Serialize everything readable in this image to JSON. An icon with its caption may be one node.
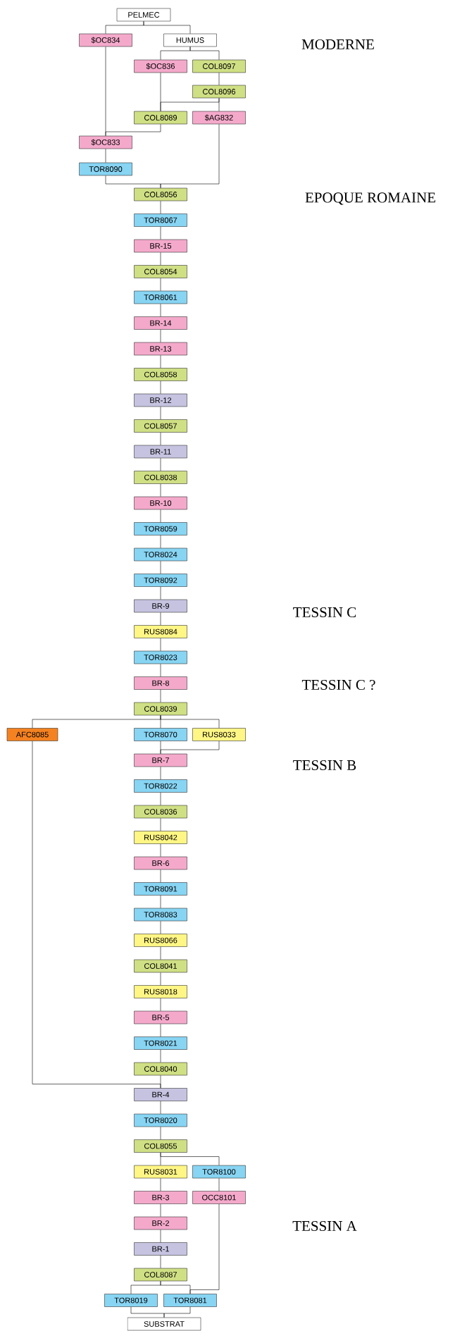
{
  "diagram": {
    "nodes": [
      {
        "text": [
          "PELMEC"
        ]
      },
      {
        "text": [
          "$OC834"
        ]
      },
      {
        "text": [
          "HUMUS"
        ]
      },
      {
        "text": [
          "$OC836"
        ]
      },
      {
        "text": [
          "COL8097"
        ]
      },
      {
        "text": [
          "COL8096"
        ]
      },
      {
        "text": [
          "COL8089"
        ]
      },
      {
        "text": [
          "$AG832"
        ]
      },
      {
        "text": [
          "$OC833"
        ]
      },
      {
        "text": [
          "TOR8090"
        ]
      },
      {
        "text": [
          "COL8056"
        ]
      },
      {
        "text": [
          "TOR8067"
        ]
      },
      {
        "text": [
          "BR-15"
        ]
      },
      {
        "text": [
          "COL8054"
        ]
      },
      {
        "text": [
          "TOR8061"
        ]
      },
      {
        "text": [
          "BR-14"
        ]
      },
      {
        "text": [
          "BR-13"
        ]
      },
      {
        "text": [
          "COL8058"
        ]
      },
      {
        "text": [
          "BR-12"
        ]
      },
      {
        "text": [
          "COL8057"
        ]
      },
      {
        "text": [
          "BR-11"
        ]
      },
      {
        "text": [
          "COL8038"
        ]
      },
      {
        "text": [
          "BR-10"
        ]
      },
      {
        "text": [
          "TOR8059"
        ]
      },
      {
        "text": [
          "TOR8024"
        ]
      },
      {
        "text": [
          "TOR8092"
        ]
      },
      {
        "text": [
          "BR-9"
        ]
      },
      {
        "text": [
          "RUS8084"
        ]
      },
      {
        "text": [
          "TOR8023"
        ]
      },
      {
        "text": [
          "BR-8"
        ]
      },
      {
        "text": [
          "COL8039"
        ]
      },
      {
        "text": [
          "AFC8085"
        ]
      },
      {
        "text": [
          "TOR8070"
        ]
      },
      {
        "text": [
          "RUS8033"
        ]
      },
      {
        "text": [
          "BR-7"
        ]
      },
      {
        "text": [
          "TOR8022"
        ]
      },
      {
        "text": [
          "COL8036"
        ]
      },
      {
        "text": [
          "RUS8042"
        ]
      },
      {
        "text": [
          "BR-6"
        ]
      },
      {
        "text": [
          "TOR8091"
        ]
      },
      {
        "text": [
          "TOR8083"
        ]
      },
      {
        "text": [
          "RUS8066"
        ]
      },
      {
        "text": [
          "COL8041"
        ]
      },
      {
        "text": [
          "RUS8018"
        ]
      },
      {
        "text": [
          "BR-5"
        ]
      },
      {
        "text": [
          "TOR8021"
        ]
      },
      {
        "text": [
          "COL8040"
        ]
      },
      {
        "text": [
          "BR-4"
        ]
      },
      {
        "text": [
          "TOR8020"
        ]
      },
      {
        "text": [
          "COL8055"
        ]
      },
      {
        "text": [
          "RUS8031"
        ]
      },
      {
        "text": [
          "TOR8100"
        ]
      },
      {
        "text": [
          "BR-3"
        ]
      },
      {
        "text": [
          "OCC8101"
        ]
      },
      {
        "text": [
          "BR-2"
        ]
      },
      {
        "text": [
          "BR-1"
        ]
      },
      {
        "text": [
          "COL8087"
        ]
      },
      {
        "text": [
          "TOR8019"
        ]
      },
      {
        "text": [
          "TOR8081"
        ]
      },
      {
        "text": [
          "SUBSTRAT"
        ]
      }
    ],
    "edges": [
      {
        "from": 0,
        "to": 1,
        "arrow": "none"
      },
      {
        "from": 0,
        "to": 2,
        "arrow": "none"
      },
      {
        "from": 2,
        "to": 3,
        "arrow": "none"
      },
      {
        "from": 2,
        "to": 4,
        "arrow": "none"
      },
      {
        "from": 4,
        "to": 5,
        "arrow": "none"
      },
      {
        "from": 3,
        "to": 6,
        "arrow": "none"
      },
      {
        "from": 5,
        "to": 6,
        "arrow": "none"
      },
      {
        "from": 5,
        "to": 7,
        "arrow": "none"
      },
      {
        "from": 1,
        "to": 8,
        "arrow": "none"
      },
      {
        "from": 6,
        "to": 8,
        "arrow": "none"
      },
      {
        "from": 8,
        "to": 9,
        "arrow": "none"
      },
      {
        "from": 9,
        "to": 10,
        "arrow": "none"
      },
      {
        "from": 7,
        "to": 10,
        "arrow": "none"
      },
      {
        "from": 10,
        "to": 11,
        "arrow": "none"
      },
      {
        "from": 11,
        "to": 12,
        "arrow": "none"
      },
      {
        "from": 12,
        "to": 13,
        "arrow": "none"
      },
      {
        "from": 13,
        "to": 14,
        "arrow": "none"
      },
      {
        "from": 14,
        "to": 15,
        "arrow": "none"
      },
      {
        "from": 15,
        "to": 16,
        "arrow": "none"
      },
      {
        "from": 16,
        "to": 17,
        "arrow": "none"
      },
      {
        "from": 17,
        "to": 18,
        "arrow": "none"
      },
      {
        "from": 18,
        "to": 19,
        "arrow": "none"
      },
      {
        "from": 19,
        "to": 20,
        "arrow": "none"
      },
      {
        "from": 20,
        "to": 21,
        "arrow": "none"
      },
      {
        "from": 21,
        "to": 22,
        "arrow": "none"
      },
      {
        "from": 22,
        "to": 23,
        "arrow": "none"
      },
      {
        "from": 23,
        "to": 24,
        "arrow": "none"
      },
      {
        "from": 24,
        "to": 25,
        "arrow": "none"
      },
      {
        "from": 25,
        "to": 26,
        "arrow": "none"
      },
      {
        "from": 26,
        "to": 27,
        "arrow": "none"
      },
      {
        "from": 27,
        "to": 28,
        "arrow": "none"
      },
      {
        "from": 28,
        "to": 29,
        "arrow": "none"
      },
      {
        "from": 29,
        "to": 30,
        "arrow": "none"
      },
      {
        "from": 30,
        "to": 31,
        "arrow": "none"
      },
      {
        "from": 30,
        "to": 32,
        "arrow": "none"
      },
      {
        "from": 30,
        "to": 33,
        "arrow": "none"
      },
      {
        "from": 32,
        "to": 34,
        "arrow": "none"
      },
      {
        "from": 33,
        "to": 34,
        "arrow": "none"
      },
      {
        "from": 34,
        "to": 35,
        "arrow": "none"
      },
      {
        "from": 35,
        "to": 36,
        "arrow": "none"
      },
      {
        "from": 36,
        "to": 37,
        "arrow": "none"
      },
      {
        "from": 37,
        "to": 38,
        "arrow": "none"
      },
      {
        "from": 38,
        "to": 39,
        "arrow": "none"
      },
      {
        "from": 39,
        "to": 40,
        "arrow": "none"
      },
      {
        "from": 40,
        "to": 41,
        "arrow": "none"
      },
      {
        "from": 41,
        "to": 42,
        "arrow": "none"
      },
      {
        "from": 42,
        "to": 43,
        "arrow": "none"
      },
      {
        "from": 43,
        "to": 44,
        "arrow": "none"
      },
      {
        "from": 44,
        "to": 45,
        "arrow": "none"
      },
      {
        "from": 45,
        "to": 46,
        "arrow": "none"
      },
      {
        "from": 46,
        "to": 47,
        "arrow": "none"
      },
      {
        "from": 31,
        "to": 47,
        "arrow": "none"
      },
      {
        "from": 47,
        "to": 48,
        "arrow": "none"
      },
      {
        "from": 48,
        "to": 49,
        "arrow": "none"
      },
      {
        "from": 49,
        "to": 50,
        "arrow": "none"
      },
      {
        "from": 49,
        "to": 51,
        "arrow": "none"
      },
      {
        "from": 50,
        "to": 52,
        "arrow": "none"
      },
      {
        "from": 51,
        "to": 53,
        "arrow": "none"
      },
      {
        "from": 52,
        "to": 54,
        "arrow": "none"
      },
      {
        "from": 54,
        "to": 55,
        "arrow": "none"
      },
      {
        "from": 55,
        "to": 56,
        "arrow": "none"
      },
      {
        "from": 56,
        "to": 57,
        "arrow": "none"
      },
      {
        "from": 56,
        "to": 58,
        "arrow": "none"
      },
      {
        "from": 53,
        "to": 58,
        "arrow": "none"
      },
      {
        "from": 57,
        "to": 59,
        "arrow": "none"
      },
      {
        "from": 58,
        "to": 59,
        "arrow": "none"
      }
    ],
    "labels": [
      "MODERNE",
      "EPOQUE ROMAINE",
      "TESSIN C",
      "TESSIN C ?",
      "TESSIN B",
      "TESSIN A"
    ]
  }
}
